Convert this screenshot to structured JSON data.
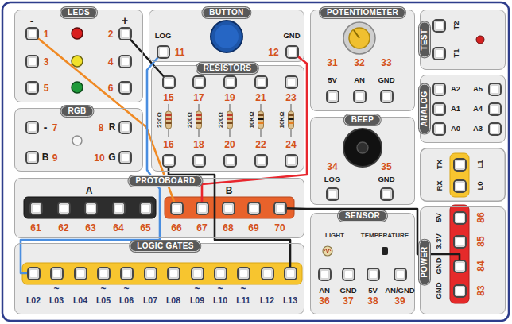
{
  "diagram": {
    "nodes": [
      {
        "text": [
          "LEDS"
        ]
      },
      {
        "text": [
          "-",
          "1"
        ],
        "in": 0
      },
      {
        "text": [
          "+",
          "2"
        ],
        "in": 0
      },
      {
        "text": [
          "3"
        ],
        "in": 0
      },
      {
        "text": [
          "4"
        ],
        "in": 0
      },
      {
        "text": [
          "5"
        ],
        "in": 0
      },
      {
        "text": [
          "6"
        ],
        "in": 0
      },
      {
        "text": [
          "BUTTON"
        ]
      },
      {
        "text": [
          "LOG",
          "11"
        ],
        "in": 7
      },
      {
        "text": [
          "GND",
          "12"
        ],
        "in": 7
      },
      {
        "text": [
          "POTENTIOMETER"
        ]
      },
      {
        "text": [
          "31",
          "5V"
        ],
        "in": 10
      },
      {
        "text": [
          "32",
          "AN"
        ],
        "in": 10
      },
      {
        "text": [
          "33",
          "GND"
        ],
        "in": 10
      },
      {
        "text": [
          "TEST"
        ]
      },
      {
        "text": [
          "T2"
        ],
        "in": 14
      },
      {
        "text": [
          "T1"
        ],
        "in": 14
      },
      {
        "text": [
          "RESISTORS"
        ]
      },
      {
        "text": [
          "15"
        ],
        "in": 17
      },
      {
        "text": [
          "17"
        ],
        "in": 17
      },
      {
        "text": [
          "19"
        ],
        "in": 17
      },
      {
        "text": [
          "21"
        ],
        "in": 17
      },
      {
        "text": [
          "23"
        ],
        "in": 17
      },
      {
        "text": [
          "16"
        ],
        "in": 17
      },
      {
        "text": [
          "18"
        ],
        "in": 17
      },
      {
        "text": [
          "20"
        ],
        "in": 17
      },
      {
        "text": [
          "22"
        ],
        "in": 17
      },
      {
        "text": [
          "24"
        ],
        "in": 17
      },
      {
        "text": [
          "ANALOG"
        ]
      },
      {
        "text": [
          "A2"
        ],
        "in": 28
      },
      {
        "text": [
          "A5"
        ],
        "in": 28
      },
      {
        "text": [
          "A1"
        ],
        "in": 28
      },
      {
        "text": [
          "A4"
        ],
        "in": 28
      },
      {
        "text": [
          "A0"
        ],
        "in": 28
      },
      {
        "text": [
          "A3"
        ],
        "in": 28
      },
      {
        "text": [
          "RGB"
        ]
      },
      {
        "text": [
          "-",
          "7"
        ],
        "in": 35
      },
      {
        "text": [
          "8",
          "R"
        ],
        "in": 35
      },
      {
        "text": [
          "B",
          "9"
        ],
        "in": 35
      },
      {
        "text": [
          "10",
          "G"
        ],
        "in": 35
      },
      {
        "text": [
          "BEEP"
        ]
      },
      {
        "text": [
          "34",
          "LOG"
        ],
        "in": 40
      },
      {
        "text": [
          "35",
          "GND"
        ],
        "in": 40
      },
      {
        "text": [
          "TX",
          "L1"
        ]
      },
      {
        "text": [
          "RX",
          "L0"
        ]
      },
      {
        "text": [
          "PROTOBOARD"
        ]
      },
      {
        "text": [
          "A"
        ],
        "in": 45
      },
      {
        "text": [
          "61"
        ],
        "in": 46
      },
      {
        "text": [
          "62"
        ],
        "in": 46
      },
      {
        "text": [
          "63"
        ],
        "in": 46
      },
      {
        "text": [
          "64"
        ],
        "in": 46
      },
      {
        "text": [
          "65"
        ],
        "in": 46
      },
      {
        "text": [
          "B"
        ],
        "in": 45
      },
      {
        "text": [
          "66"
        ],
        "in": 52
      },
      {
        "text": [
          "67"
        ],
        "in": 52
      },
      {
        "text": [
          "68"
        ],
        "in": 52
      },
      {
        "text": [
          "69"
        ],
        "in": 52
      },
      {
        "text": [
          "70"
        ],
        "in": 52
      },
      {
        "text": [
          "SENSOR"
        ]
      },
      {
        "text": [
          "AN",
          "36"
        ],
        "in": 58
      },
      {
        "text": [
          "GND",
          "37"
        ],
        "in": 58
      },
      {
        "text": [
          "5V",
          "38"
        ],
        "in": 58
      },
      {
        "text": [
          "AN/GND",
          "39"
        ],
        "in": 58
      },
      {
        "text": [
          "POWER"
        ]
      },
      {
        "text": [
          "5V",
          "86"
        ],
        "in": 63
      },
      {
        "text": [
          "3.3V",
          "85"
        ],
        "in": 63
      },
      {
        "text": [
          "GND",
          "84"
        ],
        "in": 63
      },
      {
        "text": [
          "GND",
          "83"
        ],
        "in": 63
      },
      {
        "text": [
          "LOGIC GATES"
        ]
      },
      {
        "text": [
          "L02"
        ],
        "in": 68
      },
      {
        "text": [
          "~",
          "L03"
        ],
        "in": 68
      },
      {
        "text": [
          "L04"
        ],
        "in": 68
      },
      {
        "text": [
          "~",
          "L05"
        ],
        "in": 68
      },
      {
        "text": [
          "~",
          "L06"
        ],
        "in": 68
      },
      {
        "text": [
          "L07"
        ],
        "in": 68
      },
      {
        "text": [
          "L08"
        ],
        "in": 68
      },
      {
        "text": [
          "~",
          "L09"
        ],
        "in": 68
      },
      {
        "text": [
          "~",
          "L10"
        ],
        "in": 68
      },
      {
        "text": [
          "~",
          "L11"
        ],
        "in": 68
      },
      {
        "text": [
          "L12"
        ],
        "in": 68
      },
      {
        "text": [
          "L13"
        ],
        "in": 68
      }
    ],
    "edges": [
      {
        "from": 1,
        "to": 53,
        "arrow": "none"
      },
      {
        "from": 2,
        "to": 18,
        "arrow": "none"
      },
      {
        "from": 8,
        "to": 69,
        "arrow": "none"
      },
      {
        "from": 9,
        "to": 54,
        "arrow": "none"
      },
      {
        "from": 23,
        "to": 80,
        "arrow": "none"
      },
      {
        "from": 57,
        "to": 66,
        "arrow": "none"
      }
    ],
    "labels": [
      "220Ω",
      "220Ω",
      "220Ω",
      "10KΩ",
      "10KΩ",
      "LIGHT",
      "TEMPERATURE"
    ]
  }
}
